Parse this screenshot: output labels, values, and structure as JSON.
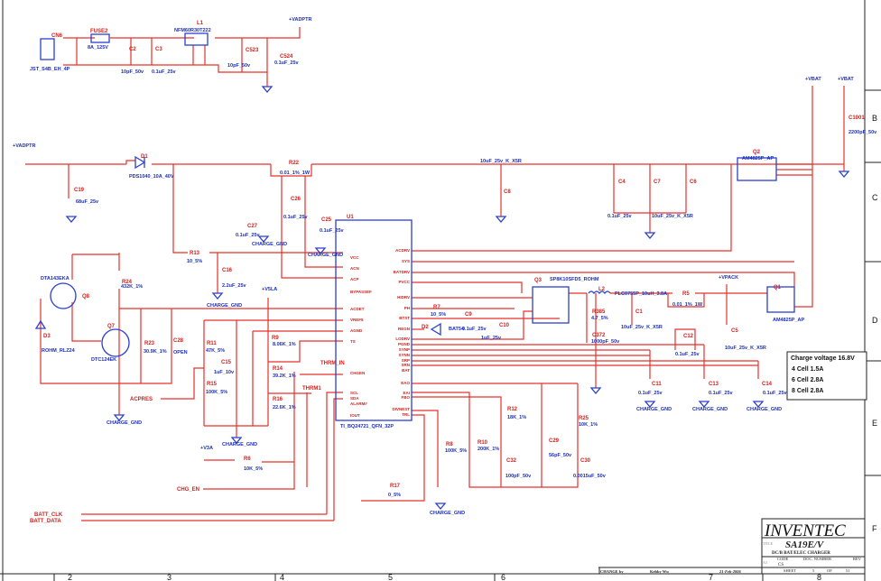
{
  "title_block": {
    "company": "INVENTEC",
    "title": "SA19E/V",
    "subtitle": "DC/B BAT/ELEC CHARGER",
    "code_label": "CODE",
    "doc_number_label": "DOC. NUMBER",
    "rev_label": "REV",
    "size": "A3",
    "code": "CS",
    "sheet_label": "SHEET",
    "sheet": "5",
    "of_label": "OF",
    "total_sheets": "51",
    "change_label": "CHANGE by",
    "changed_by": "Kebby Wu",
    "date": "21-Feb-2006"
  },
  "border": {
    "rows": [
      "B",
      "C",
      "D",
      "E",
      "F"
    ],
    "cols": [
      "2",
      "3",
      "4",
      "5",
      "6",
      "7",
      "8"
    ]
  },
  "note": {
    "heading": "Charge voltage 16.8V",
    "lines": [
      "4 Cell 1.5A",
      "6 Cell 2.8A",
      "8 Cell 2.8A"
    ]
  },
  "nets": {
    "vadptr": "+VADPTR",
    "vbat": "+VBAT",
    "vpack": "+VPACK",
    "v5la": "+V5LA",
    "v3a": "+V3A",
    "charge_gnd": "CHARGE_GND",
    "thrm_in": "THRM_IN",
    "thrm1": "THRM1",
    "acpres": "ACPRES",
    "chg_en": "CHG_EN",
    "batt_clk": "BATT_CLK",
    "batt_data": "BATT_DATA"
  },
  "components": {
    "cn6": {
      "ref": "CN6",
      "value": "JST_S4B_EH_4P"
    },
    "fuse2": {
      "ref": "FUSE2",
      "value": "8A_125V"
    },
    "c2": {
      "ref": "C2",
      "value": "10pF_50v"
    },
    "c3": {
      "ref": "C3",
      "value": "0.1uF_25v"
    },
    "l1": {
      "ref": "L1",
      "value": "NFM60R30T222"
    },
    "c523": {
      "ref": "C523",
      "value": "10pF_50v"
    },
    "c524": {
      "ref": "C524",
      "value": "0.1uF_25v"
    },
    "c19": {
      "ref": "C19",
      "value": "68uF_25v"
    },
    "d1": {
      "ref": "D1",
      "value": "PDS1040_10A_40V"
    },
    "r22": {
      "ref": "R22",
      "value": "0.01_1%_1W"
    },
    "c26": {
      "ref": "C26",
      "value": "0.1uF_25v"
    },
    "c25": {
      "ref": "C25",
      "value": "0.1uF_25v"
    },
    "c27": {
      "ref": "C27",
      "value": "0.1uF_25v"
    },
    "c8": {
      "ref": "C8",
      "value": "10uF_25v_K_X5R"
    },
    "c4": {
      "ref": "C4",
      "value": "0.1uF_25v"
    },
    "c7": {
      "ref": "C7",
      "value": "10uF_25v_K_X5R"
    },
    "c6": {
      "ref": "C6"
    },
    "c1001": {
      "ref": "C1001",
      "value": "2200pF_50v"
    },
    "q2": {
      "ref": "Q2",
      "value": "AM4825P_AP"
    },
    "u1": {
      "ref": "U1",
      "value": "TI_BQ24721_QFN_32P"
    },
    "r13": {
      "ref": "R13",
      "value": "10_5%"
    },
    "c16": {
      "ref": "C16",
      "value": "2.2uF_25v"
    },
    "r24": {
      "ref": "R24",
      "value": "432K_1%"
    },
    "q8": {
      "ref": "Q8",
      "value": "DTA143EKA"
    },
    "d3": {
      "ref": "D3",
      "value": "ROHM_RLZ24"
    },
    "q7": {
      "ref": "Q7",
      "value": "DTC124EK"
    },
    "r23": {
      "ref": "R23",
      "value": "30.9K_1%"
    },
    "c28": {
      "ref": "C28",
      "value": "OPEN"
    },
    "r11": {
      "ref": "R11",
      "value": "47K_5%"
    },
    "c15": {
      "ref": "C15",
      "value": "1uF_10v"
    },
    "r15": {
      "ref": "R15",
      "value": "100K_5%"
    },
    "r9": {
      "ref": "R9",
      "value": "8.06K_1%"
    },
    "r14": {
      "ref": "R14",
      "value": "39.2K_1%"
    },
    "r16": {
      "ref": "R16",
      "value": "22.6K_1%"
    },
    "r6": {
      "ref": "R6",
      "value": "10K_5%"
    },
    "r17": {
      "ref": "R17",
      "value": "0_5%"
    },
    "r7": {
      "ref": "R7",
      "value": "10_5%"
    },
    "d2": {
      "ref": "D2",
      "value": "BAT54"
    },
    "c9": {
      "ref": "C9",
      "value": "0.1uF_25v"
    },
    "c10": {
      "ref": "C10",
      "value": "1uF_25v"
    },
    "q3": {
      "ref": "Q3",
      "value": "SP8K10SFD5_ROHM"
    },
    "l2": {
      "ref": "L2",
      "value": "PLC0755P_10uH_3.8A"
    },
    "r385": {
      "ref": "R385",
      "value": "4.7_5%"
    },
    "c372": {
      "ref": "C372",
      "value": "1000pF_50v"
    },
    "c1": {
      "ref": "C1",
      "value": "10uF_25v_K_X5R"
    },
    "r5": {
      "ref": "R5",
      "value": "0.01_1%_1W"
    },
    "c5": {
      "ref": "C5",
      "value": "10uF_25v_K_X5R"
    },
    "q1": {
      "ref": "Q1",
      "value": "AM4825P_AP"
    },
    "c12": {
      "ref": "C12",
      "value": "0.1uF_25v"
    },
    "c11": {
      "ref": "C11",
      "value": "0.1uF_25v"
    },
    "c13": {
      "ref": "C13",
      "value": "0.1uF_25v"
    },
    "c14": {
      "ref": "C14",
      "value": "0.1uF_25v"
    },
    "r12": {
      "ref": "R12",
      "value": "18K_1%"
    },
    "r25": {
      "ref": "R25",
      "value": "10K_1%"
    },
    "r8": {
      "ref": "R8",
      "value": "100K_5%"
    },
    "r10": {
      "ref": "R10",
      "value": "200K_1%"
    },
    "c29": {
      "ref": "C29",
      "value": "56pF_50v"
    },
    "c32": {
      "ref": "C32",
      "value": "100pF_50v"
    },
    "c30": {
      "ref": "C30",
      "value": "0.0015uF_50v"
    }
  },
  "u1_pins": {
    "left": [
      "VCC",
      "ACN",
      "ACP",
      "BYPASSEF",
      "ACDET",
      "VREF5",
      "AGND",
      "TS",
      "CHGEN",
      "SCL",
      "SDA",
      "ALARM#",
      "IOUT"
    ],
    "right": [
      "ACDRV",
      "SYS",
      "BATDRV",
      "PVCC",
      "HIDRV",
      "PH",
      "BTST",
      "REGN",
      "LODRV",
      "PGND",
      "SYNP",
      "SYNN",
      "SRP",
      "SRN",
      "BAT",
      "EAO",
      "EAI",
      "FBO",
      "DIVNEST",
      "TRL"
    ]
  }
}
